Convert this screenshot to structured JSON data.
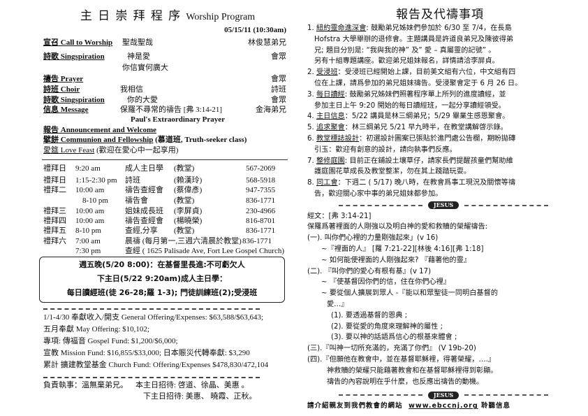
{
  "left": {
    "title_cn": "主 日 崇 拜 程 序",
    "title_en": "Worship Program",
    "date": "05/15/11 (10:30am)",
    "program": [
      {
        "label": "宣召 Call to Worship",
        "mid": "聖哉聖哉",
        "right": "林俊慧弟兄"
      },
      {
        "label": "詩歌 Singspiration",
        "mid": "神是愛",
        "right": "會眾"
      },
      {
        "label": "",
        "mid": "你信實何廣大",
        "right": ""
      },
      {
        "label": "禱告 Prayer",
        "mid": "",
        "right": "會眾"
      },
      {
        "label": "詩班 Choir",
        "mid": "我相信",
        "right": "詩班"
      },
      {
        "label": "詩歌 Singspiration",
        "mid": "你的大愛",
        "right": "會眾"
      },
      {
        "label": "信息 Message",
        "mid": "保羅不尋常的禱告 [弗 3:14-21]",
        "right": "金海弟兄"
      },
      {
        "label": "",
        "mid": "Paul's Extraordinary Prayer",
        "right": ""
      }
    ],
    "announcement": "報告 Announcement  and Welcome",
    "communion": "擘餅 Communion and Fellowship",
    "communion_note": "(慕道班, Truth-seeker class)",
    "love_feast": "愛筵 Love Feast",
    "love_feast_note": "(歡迎在愛心中一起享用)",
    "schedule": [
      [
        "禮拜日",
        "9:20  am",
        "成人主日學",
        "(教堂)",
        "567-2069"
      ],
      [
        "禮拜日",
        "1:15-2:30 pm",
        "詩班",
        "(賴漢玲)",
        "568-5918"
      ],
      [
        "禮拜二",
        "10:00 am",
        "禱告查經會",
        "(蔡偉彥)",
        "947-7355"
      ],
      [
        "",
        "8-10 pm",
        "禱告會",
        "(教堂)",
        "836-1771"
      ],
      [
        "禮拜三",
        "10:00 am",
        "姐妹成長班",
        "(李屏貞)",
        "230-4966"
      ],
      [
        "禮拜四",
        "10:00 am",
        "禱告查經會",
        "(楊曉榮)",
        "816-8701"
      ],
      [
        "禮拜五",
        "8-10 pm",
        "查經,分享",
        "(教堂)",
        "836-1771"
      ],
      [
        "禮拜六",
        "7:00 am",
        "晨禱 (每月第一,三週六清晨於教堂)",
        "",
        "836-1771"
      ],
      [
        "",
        "7:30 pm",
        "查經 ( 1625 Palisade Ave, Fort Lee Gospel Church)",
        "",
        ""
      ]
    ],
    "box_lines": [
      "週五晚(5/20 8:00)：在基督里長進:不可虧欠人",
      "下主日(5/22 9:20am)成人主日學：",
      "每日讀經班(徒 26-28;羅 1-3); 門徒訓練班(2);受浸班"
    ],
    "offerings": [
      "1/1-4/30 奉獻收入/開支 General Offering/Expenses: $63,588/$63,643;",
      "五月奉獻  May Offering: $10,102;",
      "專項: 傳福音 Gospel Fund: $1,200/$6,000;",
      "宣教 Mission Fund: $16,855/$33,000;  日本賑災代轉奉獻: $3,290",
      "累計 擴建教堂基金 Church Fund: Offering/Expenses $478,830/472,104"
    ],
    "duty": "負責執事：溫無棄弟兄。",
    "ushers_this": "本主日招待: 啓道、徐晶、美惠  。",
    "ushers_next": "下主日招待: 美惠、 曉霞、正秋。"
  },
  "right": {
    "title": "報告及代禱事項",
    "items": [
      {
        "num": "1. ",
        "heading": "紐約靈命進深會",
        "lines": [
          ": 鼓勵弟兄姊妹們參加於 6/30 至 7/4，在長島",
          "Hofstra 大學舉辦的退修會。主題講員是許道良弟兄及陳彼得弟",
          "兄; 題目分別是: “我與我的神” 及” 愛 – 真屬靈的記號” 。",
          "另有十組專題講座。歡迎弟兄姐妹報名，詳情請洽李屏貞。"
        ]
      },
      {
        "num": "2. ",
        "heading": "受浸班",
        "lines": [
          "：受浸班已經開始上課，目前美文組有六位，中文組有四",
          "位在上課，請爲參加的弟兄姐妹禱告。受浸聚會定于 6 月 26 日。"
        ]
      },
      {
        "num": "3. ",
        "heading": "每日讀經",
        "lines": [
          ": 鼓勵弟兄姊妹們照著程序單上所列的進度讀經，並",
          "參加主日上午 9:20 開始的每日讀經班，一起分享讀經領受。"
        ]
      },
      {
        "num": "4. ",
        "heading": "主日信息",
        "lines": [
          "：5/22 講員是林三綱弟兄；5/29 畢業生感恩聚會。"
        ]
      },
      {
        "num": "5. ",
        "heading": "追求聚會",
        "lines": [
          "：林三綱弟兄 5/21 早九時半，在教堂講解啓示錄。"
        ]
      },
      {
        "num": "6. ",
        "heading": "教堂標誌設計",
        "lines": [
          "：初選設計圖案已張貼於進門處公告欄，期盼拋磚",
          "引玉：歡迎有創意的設計，請向執事們反應。"
        ]
      },
      {
        "num": "7. ",
        "heading": "整修庭園",
        "lines": [
          ": 目前正在鋪設土壤草仔，請家長們提醒孩童們幫助維",
          "護庭園花草成長及教堂整潔，勿在其上踐踏玩耍。"
        ]
      },
      {
        "num": "8. ",
        "heading": "同工會",
        "lines": [
          "：下週二 ( 5/17) 晚八時，在教會爲事工現況及關懷等禱",
          "告，歡迎關心家中事的弟兄姐妹都參加。"
        ]
      }
    ],
    "fish_label": "JESUS",
    "scripture_ref": "經文：[弗 3:14-21]",
    "sermon": [
      {
        "indent": 0,
        "text": "保羅爲著裡面的人剛強以及明白神的愛和救贖的榮耀禱告:"
      },
      {
        "indent": 0,
        "text": "(一).   叫你們心裡的力量剛強起來」(v 16)"
      },
      {
        "indent": 1,
        "text": "~『裡面的人』 [羅 7:21-22][林後 4:16][弗 1:18]"
      },
      {
        "indent": 1,
        "text": "~   如何能使裡面的人剛強起來?   『藉著他的靈』"
      },
      {
        "indent": 0,
        "text": "(二). 『叫你們的愛心有根有基』(v 17)"
      },
      {
        "indent": 1,
        "text": "~ 『使基督因你們的信，住在你們心裡』"
      },
      {
        "indent": 1,
        "text": "~ 要從個人擴展到眾人 -『能以和眾聖徒一同明白基督的"
      },
      {
        "indent": 2,
        "text": "愛…』"
      },
      {
        "indent": 3,
        "text": "(1).    要透過基督的恩典 ;"
      },
      {
        "indent": 3,
        "text": "(2).    要從愛的角度來理解神的屬性 ;"
      },
      {
        "indent": 3,
        "text": "(3).    要以神的話語爲信心的根基來體會 ;"
      },
      {
        "indent": 0,
        "text": "(三).『叫神一切所充滿的，充滿了你們』 (V 19b-20)"
      },
      {
        "indent": 0,
        "text": "(四).『但願他在教會中，並在基督耶穌裡，得著榮耀，….』"
      },
      {
        "indent": 2,
        "text": "神救贖的榮耀只能藉著教會和在基督耶穌裡得到彰顯。"
      },
      {
        "indent": 2,
        "text": "禱告的內容說明在乎什麼，也反應出禱告的動機。"
      }
    ],
    "footer_pre": "請介紹親友到我們教會的網站",
    "footer_link": "www.ebccnj.org",
    "footer_post": "聆聽信息"
  }
}
